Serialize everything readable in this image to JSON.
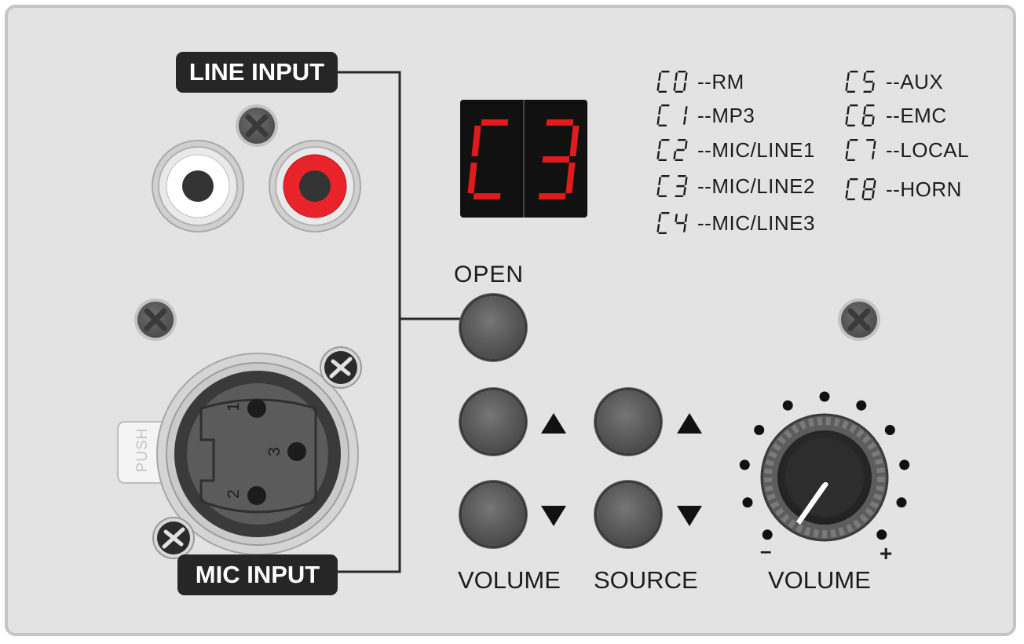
{
  "labels": {
    "line_input": "LINE INPUT",
    "mic_input": "MIC INPUT",
    "open": "OPEN",
    "volume_buttons": "VOLUME",
    "source": "SOURCE",
    "volume_knob": "VOLUME",
    "push": "PUSH",
    "xlr_pin1": "1",
    "xlr_pin2": "2",
    "xlr_pin3": "3",
    "knob_min": "–",
    "knob_max": "+"
  },
  "display": {
    "value": "C3",
    "digit_color": "#e11b1b"
  },
  "channels": [
    {
      "code": "C0",
      "name": "--RM"
    },
    {
      "code": "C1",
      "name": "--MP3"
    },
    {
      "code": "C2",
      "name": "--MIC/LINE1"
    },
    {
      "code": "C3",
      "name": "--MIC/LINE2"
    },
    {
      "code": "C4",
      "name": "--MIC/LINE3"
    },
    {
      "code": "C5",
      "name": "--AUX"
    },
    {
      "code": "C6",
      "name": "--EMC"
    },
    {
      "code": "C7",
      "name": "--LOCAL"
    },
    {
      "code": "C8",
      "name": "--HORN"
    }
  ],
  "colors": {
    "panel": "#e2e3e2",
    "rca_left": "#ffffff",
    "rca_right": "#e8242a",
    "tag_bg": "#262626"
  }
}
